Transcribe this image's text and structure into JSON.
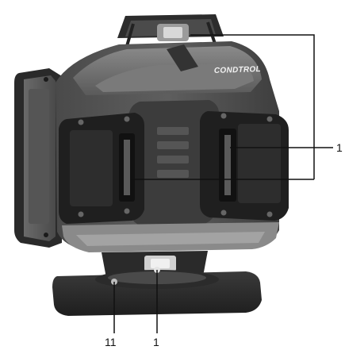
{
  "figure": {
    "brand": "CONDTROL",
    "callouts": [
      {
        "id": "right",
        "label": "1"
      },
      {
        "id": "bottom-left",
        "label": "11"
      },
      {
        "id": "bottom-mid",
        "label": "1"
      }
    ]
  },
  "colors": {
    "background": "#ffffff",
    "body_dark": "#3a3a3a",
    "body_mid": "#6b6b6b",
    "body_light": "#9a9a9a",
    "ink": "#111111"
  }
}
